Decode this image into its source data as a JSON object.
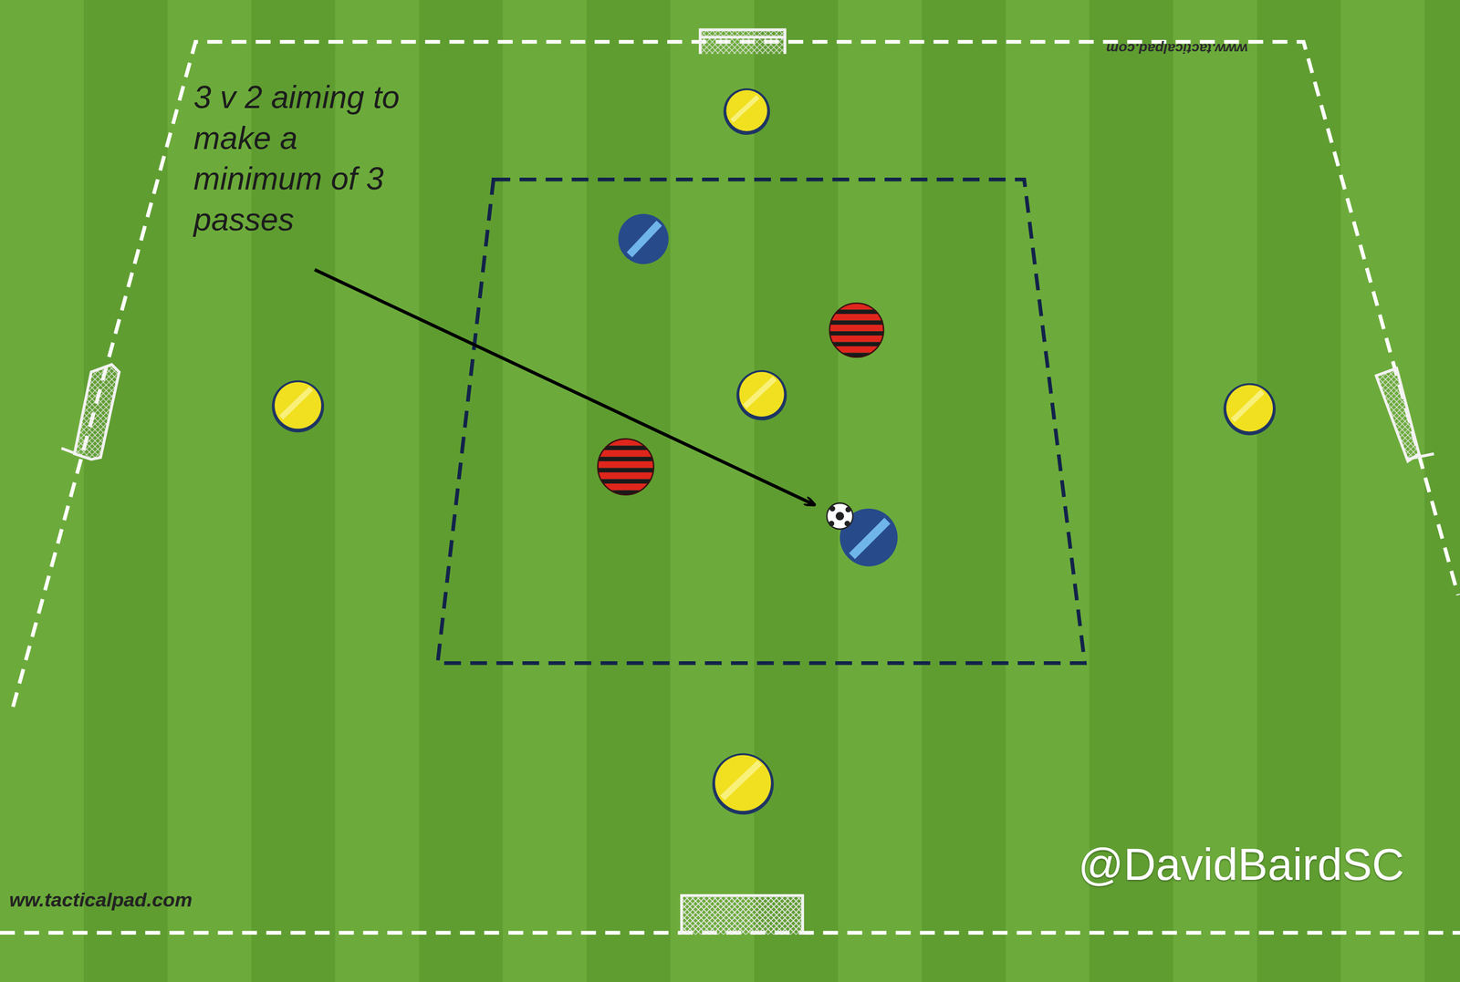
{
  "diagram": {
    "labels": [
      "3 v 2 aiming to make a minimum of 3 passes",
      "www.tacticalpad.com",
      "ww.tacticalpad.com",
      "@DavidBairdSC"
    ]
  }
}
